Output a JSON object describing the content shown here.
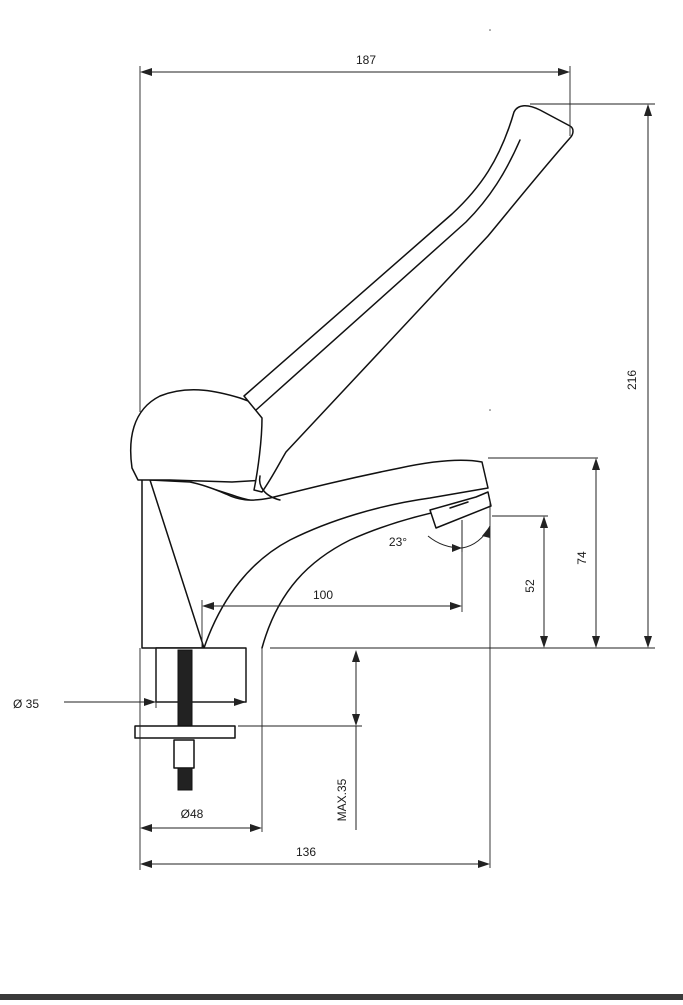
{
  "dimensions": {
    "overall_width": "187",
    "overall_height": "216",
    "spout_height": "74",
    "outlet_height": "52",
    "spout_reach": "100",
    "outlet_angle": "23°",
    "shank_diameter": "Ø 35",
    "base_diameter": "Ø48",
    "max_deck_thickness": "MAX.35",
    "body_depth": "136"
  },
  "colors": {
    "line": "#111111",
    "background": "#ffffff",
    "bottom_bar": "#3a3a3a"
  }
}
